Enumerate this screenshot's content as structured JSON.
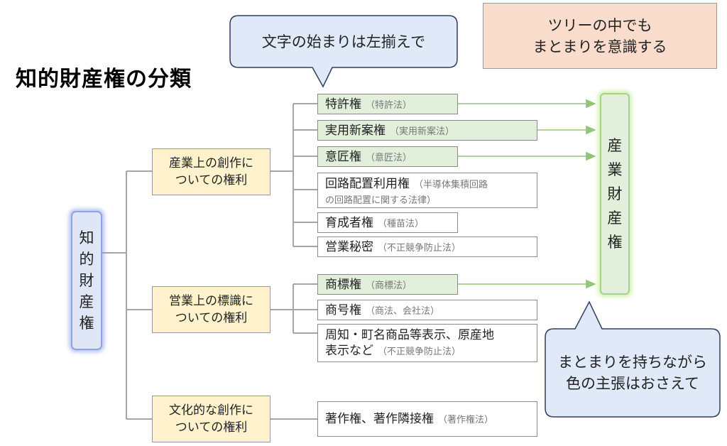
{
  "title": "知的財産権の分類",
  "callout_top": {
    "text": "文字の始まりは左揃えで"
  },
  "note_top_right": {
    "line1": "ツリーの中でも",
    "line2": "まとまりを意識する"
  },
  "callout_bottom": {
    "line1": "まとまりを持ちながら",
    "line2": "色の主張はおさえて"
  },
  "root": {
    "chars": [
      "知",
      "的",
      "財",
      "産",
      "権"
    ]
  },
  "categories": [
    {
      "line1": "産業上の創作に",
      "line2": "ついての権利"
    },
    {
      "line1": "営業上の標識に",
      "line2": "ついての権利"
    },
    {
      "line1": "文化的な創作に",
      "line2": "ついての権利"
    }
  ],
  "leaves": [
    {
      "main": "特許権",
      "sub": "（特許法）"
    },
    {
      "main": "実用新案権",
      "sub": "（実用新案法）"
    },
    {
      "main": "意匠権",
      "sub": "（意匠法）"
    },
    {
      "main": "回路配置利用権",
      "sub": "（半導体集積回路",
      "line2": "の回路配置に関する法律）"
    },
    {
      "main": "育成者権",
      "sub": "（種苗法）"
    },
    {
      "main": "営業秘密",
      "sub": "（不正競争防止法）"
    },
    {
      "main": "商標権",
      "sub": "（商標法）"
    },
    {
      "main": "商号権",
      "sub": "（商法、会社法）"
    },
    {
      "main": "周知・町名商品等表示、原産地",
      "line2_main": "表示など",
      "line2_sub": "（不正競争防止法）"
    },
    {
      "main": "著作権、著作隣接権",
      "sub": "（著作権法）"
    }
  ],
  "industrial": {
    "chars": [
      "産",
      "業",
      "財",
      "産",
      "権"
    ]
  },
  "colors": {
    "green_fill": "#e2efda",
    "yellow_fill": "#fff2cc",
    "blue_fill": "#dfe6f6",
    "note_fill": "#f9dccc",
    "arrow": "#92c47a",
    "connector": "#a6a6a6"
  }
}
